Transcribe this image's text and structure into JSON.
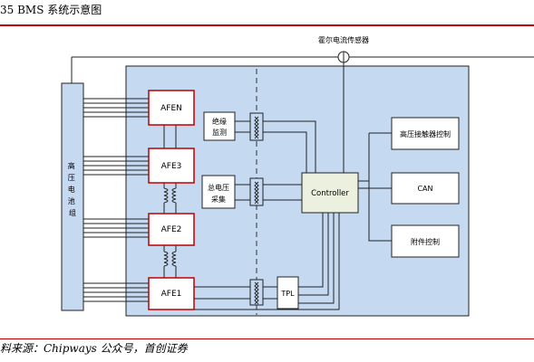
{
  "header": {
    "title": "35 BMS 系统示意图"
  },
  "diagram": {
    "hall_sensor": "霍尔电流传感器",
    "battery_pack": "高压电池组",
    "afe_n": "AFEN",
    "afe_3": "AFE3",
    "afe_2": "AFE2",
    "afe_1": "AFE1",
    "insulation_line1": "绝缘",
    "insulation_line2": "监测",
    "voltage_line1": "总电压",
    "voltage_line2": "采集",
    "tpl": "TPL",
    "controller": "Controller",
    "hv_contactor": "高压接触器控制",
    "can": "CAN",
    "accessory": "附件控制"
  },
  "footer": {
    "source": "料来源：Chipways 公众号，首创证券"
  },
  "colors": {
    "accent": "#c00000",
    "board": "#c5d9f1",
    "controller": "#ebf1de",
    "afe_border": "#c00000"
  }
}
